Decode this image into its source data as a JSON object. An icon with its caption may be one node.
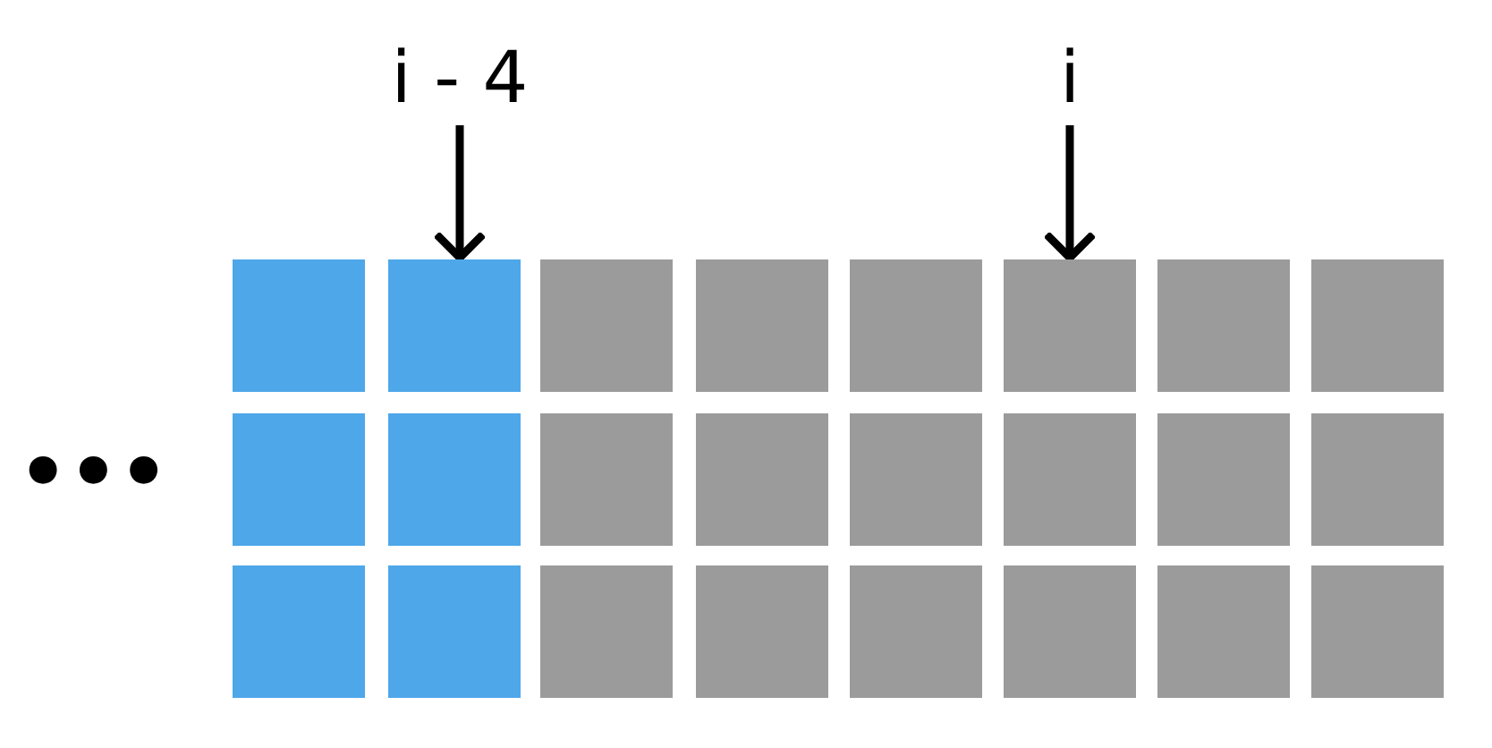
{
  "diagram": {
    "nodes": [
      {
        "text": [
          "i - 4"
        ]
      },
      {
        "text": [
          "i"
        ]
      },
      {
        "text": [],
        "shape": "box"
      },
      {
        "text": [],
        "shape": "box"
      },
      {
        "text": [],
        "shape": "box"
      },
      {
        "text": [],
        "shape": "box"
      },
      {
        "text": [],
        "shape": "box"
      },
      {
        "text": [],
        "shape": "box"
      },
      {
        "text": [],
        "shape": "box"
      },
      {
        "text": [],
        "shape": "box"
      },
      {
        "text": [],
        "shape": "box"
      },
      {
        "text": [],
        "shape": "box"
      },
      {
        "text": [],
        "shape": "box"
      },
      {
        "text": [],
        "shape": "box"
      },
      {
        "text": [],
        "shape": "box"
      },
      {
        "text": [],
        "shape": "box"
      },
      {
        "text": [],
        "shape": "box"
      },
      {
        "text": [],
        "shape": "box"
      },
      {
        "text": [],
        "shape": "box"
      },
      {
        "text": [],
        "shape": "box"
      },
      {
        "text": [],
        "shape": "box"
      },
      {
        "text": [],
        "shape": "box"
      },
      {
        "text": [],
        "shape": "box"
      },
      {
        "text": [],
        "shape": "box"
      },
      {
        "text": [],
        "shape": "box"
      },
      {
        "text": [],
        "shape": "box"
      }
    ],
    "edges": [
      {
        "from": 0,
        "to": 3,
        "arrow": "to"
      },
      {
        "from": 1,
        "to": 7,
        "arrow": "to"
      }
    ],
    "labels": [
      "•••"
    ]
  }
}
